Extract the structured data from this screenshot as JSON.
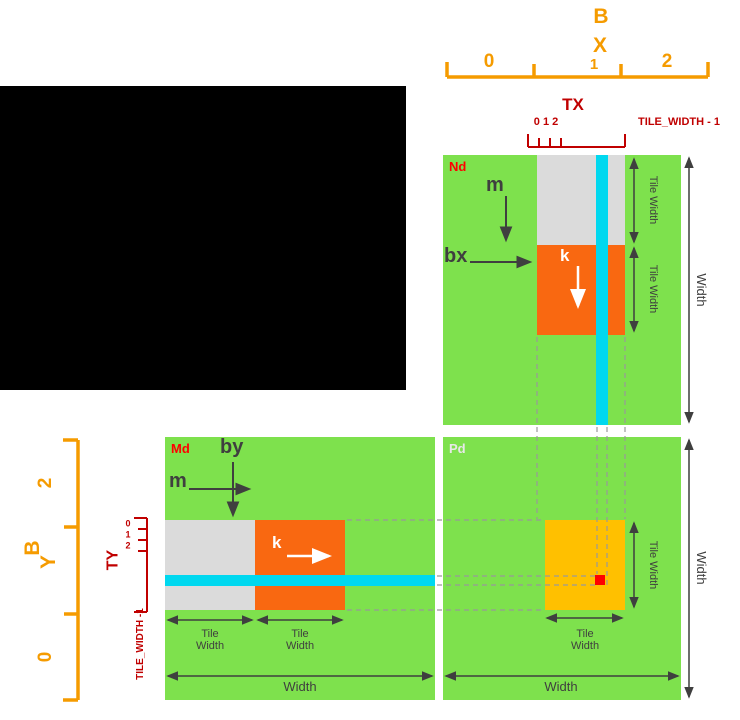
{
  "colors": {
    "matrix_green": "#7EE14D",
    "tile_gray": "#DBDBDB",
    "tile_orange": "#F96811",
    "strip_cyan": "#00D8EF",
    "tile_gold": "#FFC000",
    "dot_red": "#FF0000",
    "axis_orange": "#F59B00",
    "axis_red": "#C00000",
    "annotation_dark": "#3F3F3F",
    "black_panel": "#000000"
  },
  "block_x_axis": {
    "letter_top": "B",
    "letter_bottom": "X",
    "tick0": "0",
    "tick1": "1",
    "tick2": "2"
  },
  "thread_x_axis": {
    "label": "TX",
    "ticks": "0 1 2",
    "max_label": "TILE_WIDTH - 1"
  },
  "block_y_axis": {
    "letter_top": "B",
    "letter_bottom": "Y",
    "tick2": "2",
    "tick0": "0"
  },
  "thread_y_axis": {
    "label": "TY",
    "tick0": "0",
    "tick1": "1",
    "tick2": "2",
    "max_label": "TILE_WIDTH -1"
  },
  "nd": {
    "title": "Nd",
    "m_label": "m",
    "bx_label": "bx",
    "k_label": "k",
    "tile_width": "Tile Width",
    "width": "Width"
  },
  "md": {
    "title": "Md",
    "by_label": "by",
    "m_label": "m",
    "k_label": "k",
    "tile_width": "Tile Width",
    "width": "Width"
  },
  "pd": {
    "title": "Pd",
    "tile_width": "Tile Width",
    "width": "Width"
  }
}
